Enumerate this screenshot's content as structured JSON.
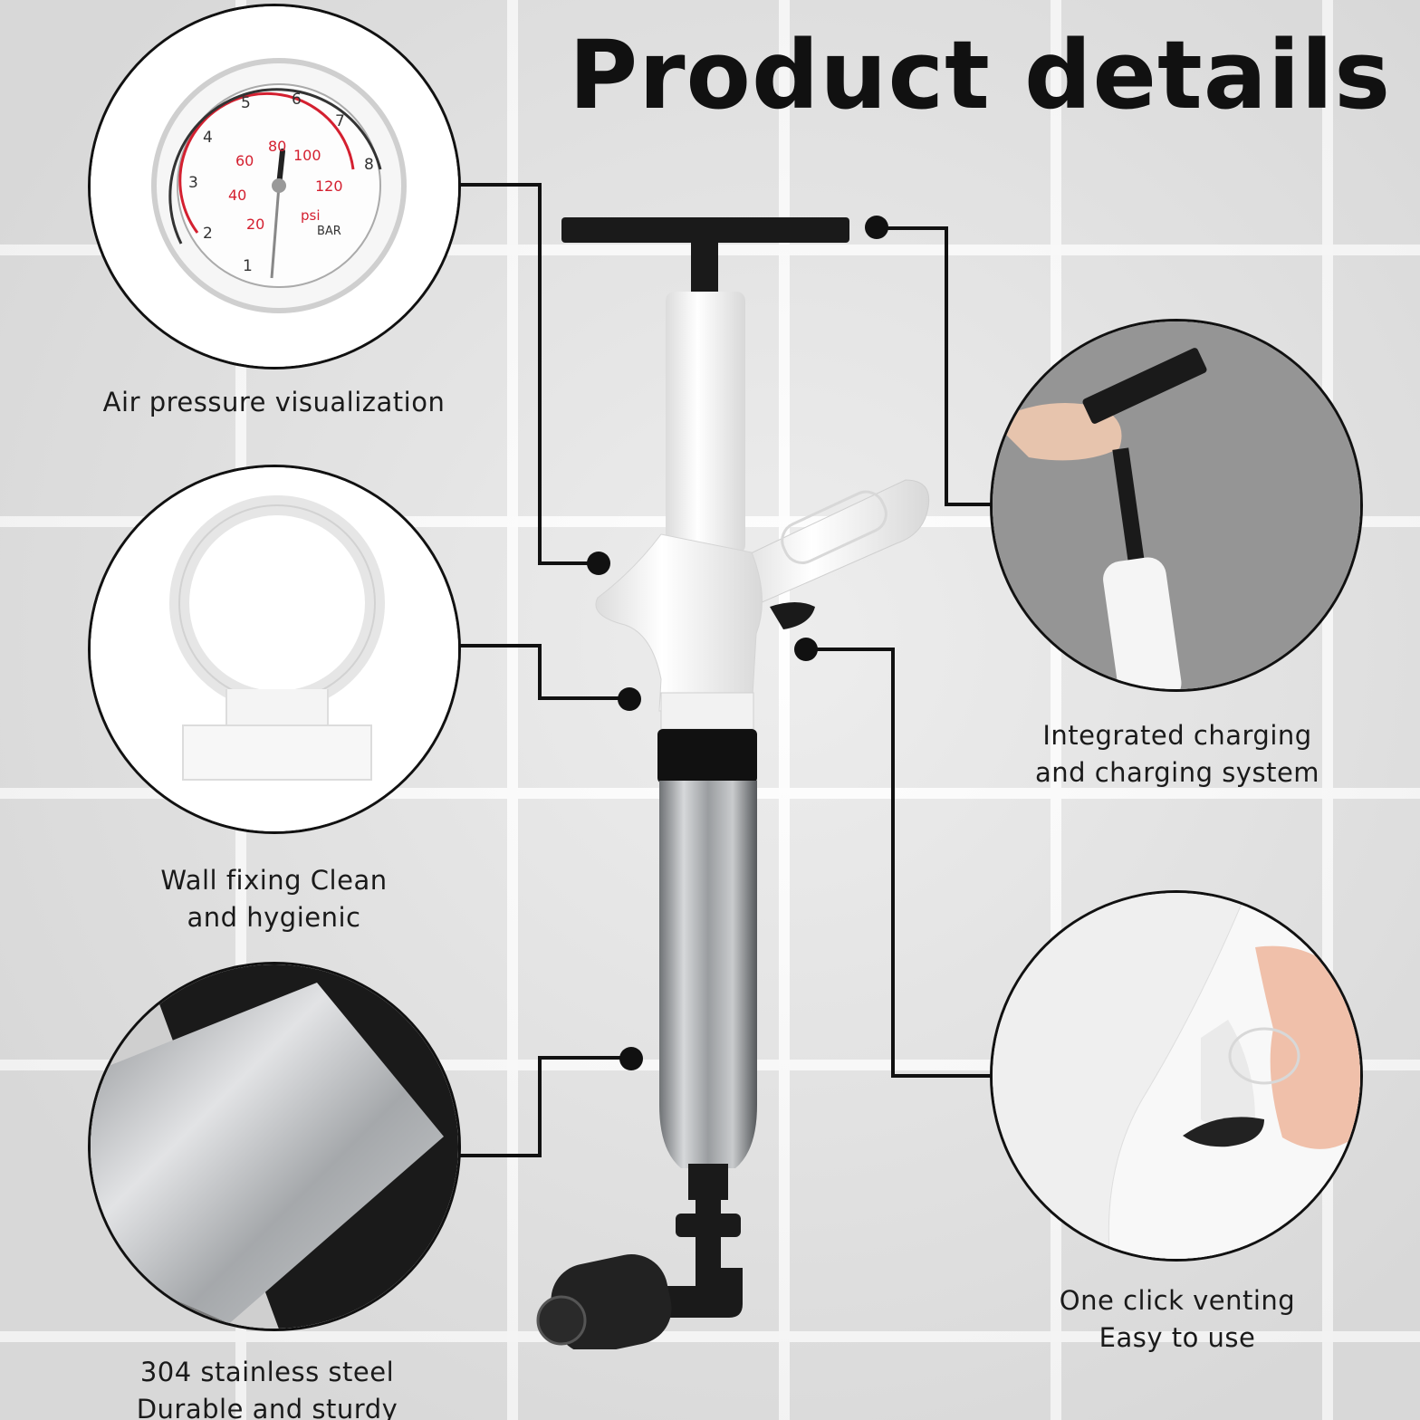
{
  "title": "Product details",
  "features": [
    {
      "lines": [
        "Air pressure visualization"
      ]
    },
    {
      "lines": [
        "Wall fixing Clean",
        "and hygienic"
      ]
    },
    {
      "lines": [
        "304 stainless steel",
        "Durable and sturdy"
      ]
    },
    {
      "lines": [
        "Integrated charging",
        "and charging system"
      ]
    },
    {
      "lines": [
        "One click venting",
        "Easy to use"
      ]
    }
  ],
  "gauge": {
    "bar_ticks": [
      "1",
      "2",
      "3",
      "4",
      "5",
      "6",
      "7",
      "8"
    ],
    "psi_ticks": [
      "20",
      "40",
      "60",
      "80",
      "100",
      "120"
    ],
    "unit_psi": "psi",
    "unit_bar": "BAR"
  },
  "colors": {
    "background": "#e4e4e4",
    "outline": "#111111",
    "gauge_red": "#d42030",
    "steel": "#b9bbbd",
    "plastic_white": "#ffffff"
  }
}
